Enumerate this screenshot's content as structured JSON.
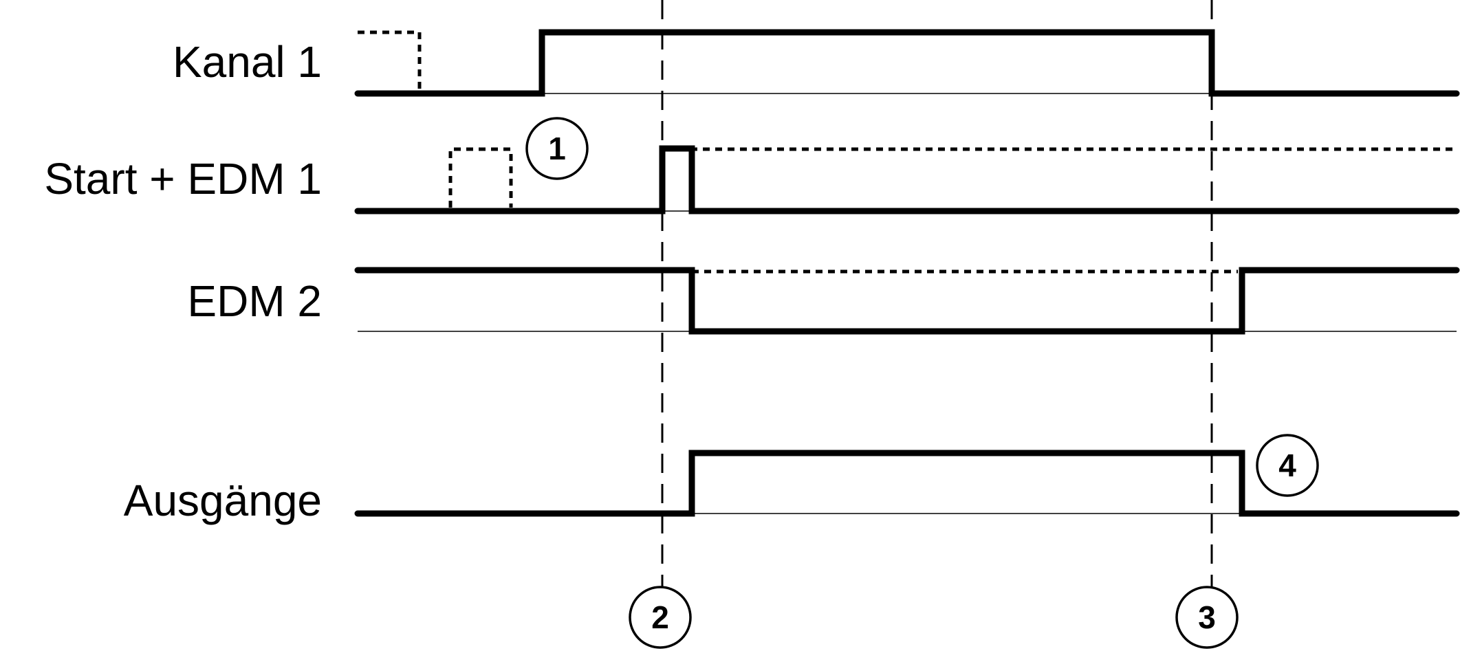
{
  "signals": [
    {
      "id": "kanal1",
      "label": "Kanal 1"
    },
    {
      "id": "start_edm1",
      "label": "Start + EDM 1"
    },
    {
      "id": "edm2",
      "label": "EDM 2"
    },
    {
      "id": "ausgaenge",
      "label": "Ausgänge"
    }
  ],
  "markers": [
    {
      "id": "m1",
      "number": "1"
    },
    {
      "id": "m2",
      "number": "2"
    },
    {
      "id": "m3",
      "number": "3"
    },
    {
      "id": "m4",
      "number": "4"
    }
  ]
}
